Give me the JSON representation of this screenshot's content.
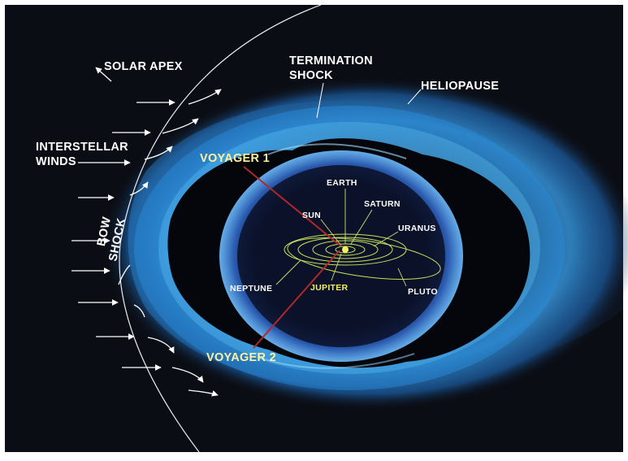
{
  "labels": {
    "solar_apex": "SOLAR APEX",
    "termination_shock_line1": "TERMINATION",
    "termination_shock_line2": "SHOCK",
    "heliopause": "HELIOPAUSE",
    "interstellar_winds_line1": "INTERSTELLAR",
    "interstellar_winds_line2": "WINDS",
    "voyager_1": "VOYAGER 1",
    "voyager_2": "VOYAGER 2",
    "bow_shock_line1": "BOW",
    "bow_shock_line2": "SHOCK",
    "earth": "EARTH",
    "sun": "SUN",
    "saturn": "SATURN",
    "uranus": "URANUS",
    "neptune": "NEPTUNE",
    "jupiter": "JUPITER",
    "pluto": "PLUTO"
  },
  "colors": {
    "space": "#0b0d14",
    "frame": "#ffffff",
    "heliosphere_glow": "#3aa8e8",
    "heliosphere_core": "#8fdcff",
    "termination_shell": "#2f5fb0",
    "orbit": "#c8e05a",
    "sun": "#f3f05a",
    "voyager_label": "#fff3a0",
    "voyager_track": "#b0282a",
    "text": "#ffffff"
  }
}
